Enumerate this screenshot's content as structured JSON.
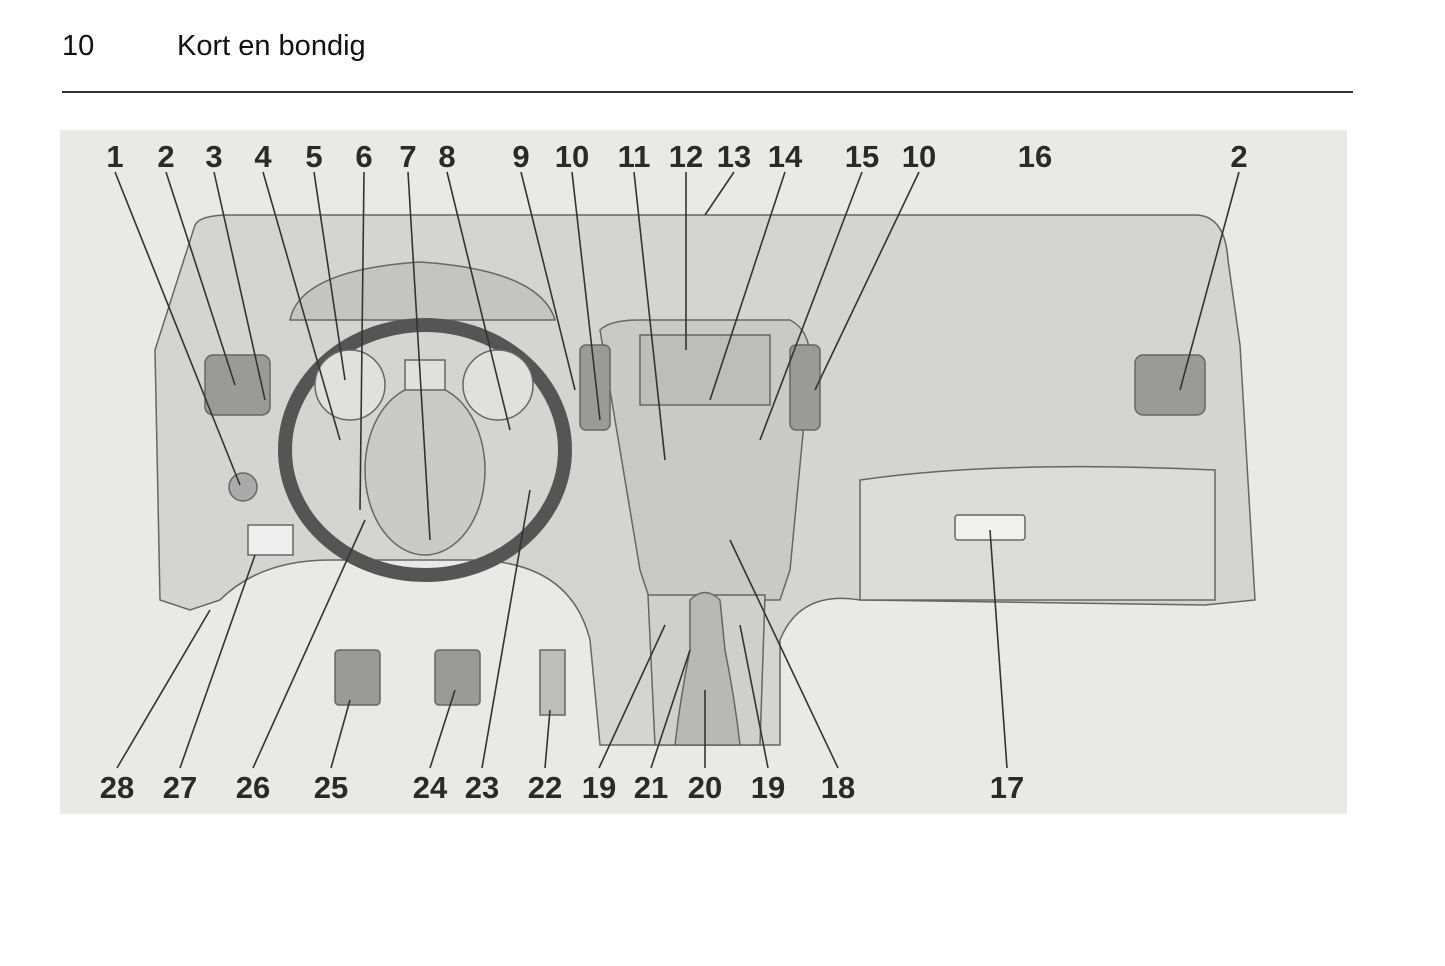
{
  "header": {
    "page_number": "10",
    "title": "Kort en bondig"
  },
  "figure": {
    "top_labels": [
      "1",
      "2",
      "3",
      "4",
      "5",
      "6",
      "7",
      "8",
      "9",
      "10",
      "11",
      "12",
      "13",
      "14",
      "15",
      "10",
      "16",
      "2"
    ],
    "bottom_labels": [
      "28",
      "27",
      "26",
      "25",
      "24",
      "23",
      "22",
      "19",
      "21",
      "20",
      "19",
      "18",
      "17"
    ]
  }
}
